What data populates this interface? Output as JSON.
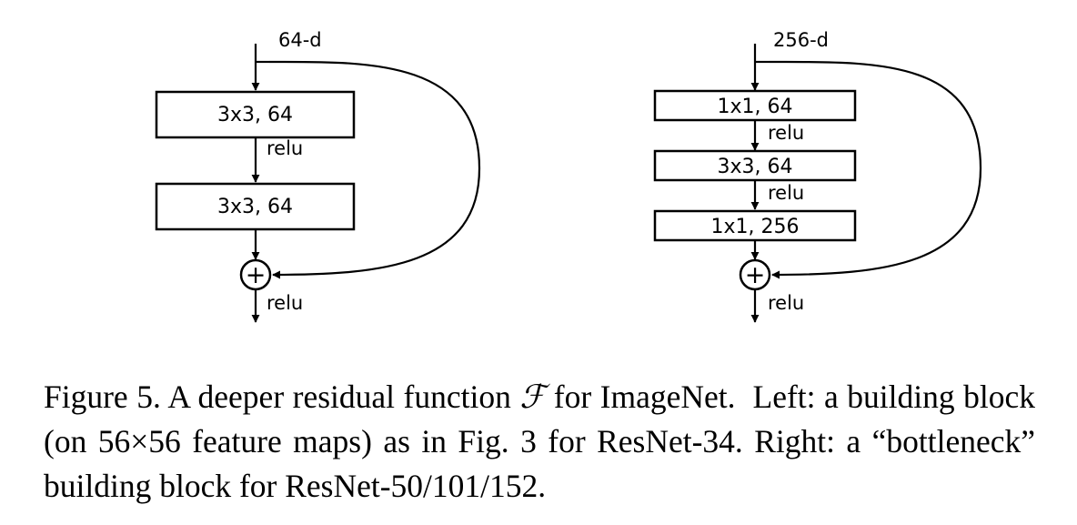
{
  "left_block": {
    "input_dim": "64-d",
    "layers": [
      "3x3, 64",
      "3x3, 64"
    ],
    "inner_activation": "relu",
    "output_activation": "relu",
    "add_symbol": "+"
  },
  "right_block": {
    "input_dim": "256-d",
    "layers": [
      "1x1, 64",
      "3x3, 64",
      "1x1, 256"
    ],
    "inner_activations": [
      "relu",
      "relu"
    ],
    "output_activation": "relu",
    "add_symbol": "+"
  },
  "caption": {
    "prefix": "Figure 5. A deeper residual function ",
    "symbol": "ℱ",
    "suffix": " for ImageNet.  Left: a building block (on 56×56 feature maps) as in Fig. 3 for ResNet-34. Right: a “bottleneck” building block for ResNet-50/101/152."
  }
}
